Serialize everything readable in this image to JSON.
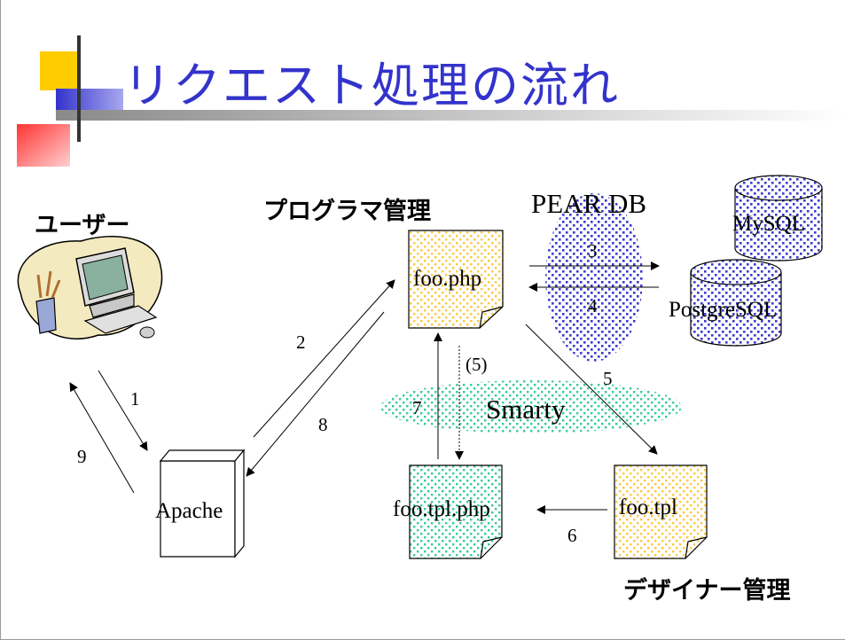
{
  "slide": {
    "title": "リクエスト処理の流れ"
  },
  "labels": {
    "user": "ユーザー",
    "programmer": "プログラマ管理",
    "pear_db": "PEAR DB",
    "designer": "デザイナー管理",
    "smarty": "Smarty"
  },
  "nodes": {
    "apache": "Apache",
    "foo_php": "foo.php",
    "foo_tpl_php": "foo.tpl.php",
    "foo_tpl": "foo.tpl",
    "mysql": "MySQL",
    "postgresql": "PostgreSQL"
  },
  "steps": {
    "s1": "1",
    "s2": "2",
    "s3": "3",
    "s4": "4",
    "s5": "5",
    "s5p": "(5)",
    "s6": "6",
    "s7": "7",
    "s8": "8",
    "s9": "9"
  },
  "colors": {
    "title": "#3333cc",
    "deco_yellow": "#ffcc00",
    "deco_blue": "#3333cc",
    "deco_red": "#ff3333",
    "php_dots": "#ffcc33",
    "db_dots": "#3333cc",
    "smarty_dots": "#33cc99"
  },
  "icons": {
    "user": "computer-user-clipart-icon"
  }
}
